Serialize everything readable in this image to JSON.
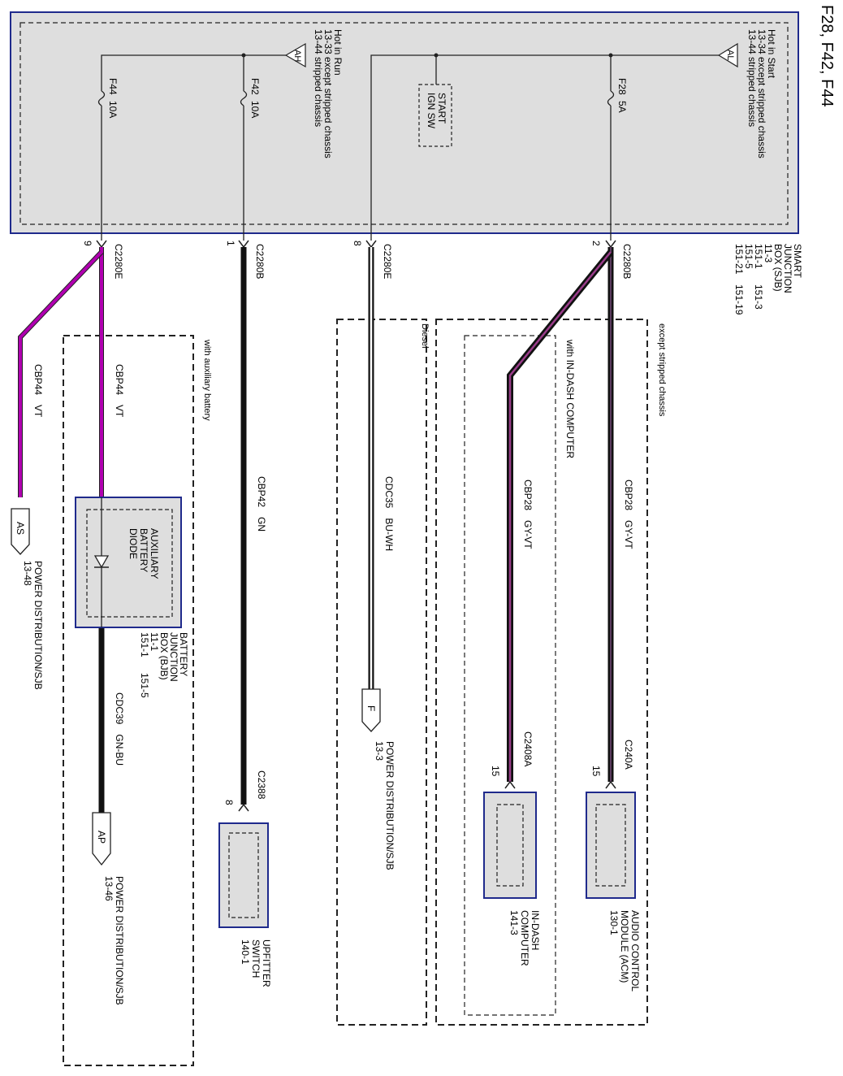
{
  "page_title": "F28, F42, F44",
  "sjb": {
    "lines": [
      "SMART",
      "JUNCTION",
      "BOX (SJB)",
      "11-3",
      "151-1",
      "151-5",
      "151-21"
    ],
    "lines_col2": [
      "151-3",
      "151-19"
    ]
  },
  "hot_in_start": {
    "tag": "AL",
    "lines": [
      "Hot in Start",
      "13-34  except stripped chassis",
      "13-44  stripped chassis"
    ]
  },
  "hot_in_run": {
    "tag": "AH",
    "lines": [
      "Hot in Run",
      "13-33  except stripped chassis",
      "13-44  stripped chassis"
    ]
  },
  "fuses": [
    {
      "name": "F28",
      "rating": "5A"
    },
    {
      "name": "F42",
      "rating": "10A"
    },
    {
      "name": "F44",
      "rating": "10A"
    }
  ],
  "start_switch": [
    "START",
    "IGN SW"
  ],
  "connectors": {
    "c2280b_pin2": {
      "name": "C2280B",
      "pin": "2"
    },
    "c2280e_pin8": {
      "name": "C2280E",
      "pin": "8"
    },
    "c2280b_pin1": {
      "name": "C2280B",
      "pin": "1"
    },
    "c2280e_pin9": {
      "name": "C2280E",
      "pin": "9"
    },
    "c240a": {
      "name": "C240A",
      "pin": "15"
    },
    "c2408a": {
      "name": "C2408A",
      "pin": "15"
    },
    "c2388": {
      "name": "C2388",
      "pin": "8"
    }
  },
  "regions": {
    "except_stripped": "except stripped chassis",
    "with_indash": "with IN-DASH COMPUTER",
    "diesel": "Diesel",
    "with_aux_battery": "with auxiliary battery"
  },
  "wires": {
    "cbp28_acm": {
      "circuit": "CBP28",
      "color": "GY-VT"
    },
    "cbp28_indash": {
      "circuit": "CBP28",
      "color": "GY-VT"
    },
    "cdc35": {
      "circuit": "CDC35",
      "color": "BU-WH"
    },
    "cbp42": {
      "circuit": "CBP42",
      "color": "GN"
    },
    "cbp44_bjb": {
      "circuit": "CBP44",
      "color": "VT"
    },
    "cbp44_as": {
      "circuit": "CBP44",
      "color": "VT"
    },
    "cdc39": {
      "circuit": "CDC39",
      "color": "GN-BU"
    }
  },
  "components": {
    "acm": [
      "AUDIO CONTROL",
      "MODULE (ACM)",
      "130-1"
    ],
    "indash": [
      "IN-DASH",
      "COMPUTER",
      "141-3"
    ],
    "upfitter": [
      "UPFITTER",
      "SWITCH",
      "140-1"
    ],
    "aux_diode": [
      "AUXILIARY",
      "BATTERY",
      "DIODE"
    ],
    "bjb": [
      "BATTERY",
      "JUNCTION",
      "BOX (BJB)",
      "11-1"
    ],
    "bjb_refs": [
      "151-1",
      "151-5"
    ]
  },
  "offpage": {
    "f": {
      "tag": "F",
      "lines": [
        "POWER DISTRIBUTION/SJB",
        "13-3"
      ]
    },
    "ap": {
      "tag": "AP",
      "lines": [
        "POWER DISTRIBUTION/SJB",
        "13-46"
      ]
    },
    "as": {
      "tag": "AS",
      "lines": [
        "POWER DISTRIBUTION/SJB",
        "13-48"
      ]
    }
  },
  "colors": {
    "box_fill": "#dedede",
    "box_border": "#1f2a8c",
    "violet": "#b000b0",
    "wire_dark": "#111111"
  }
}
